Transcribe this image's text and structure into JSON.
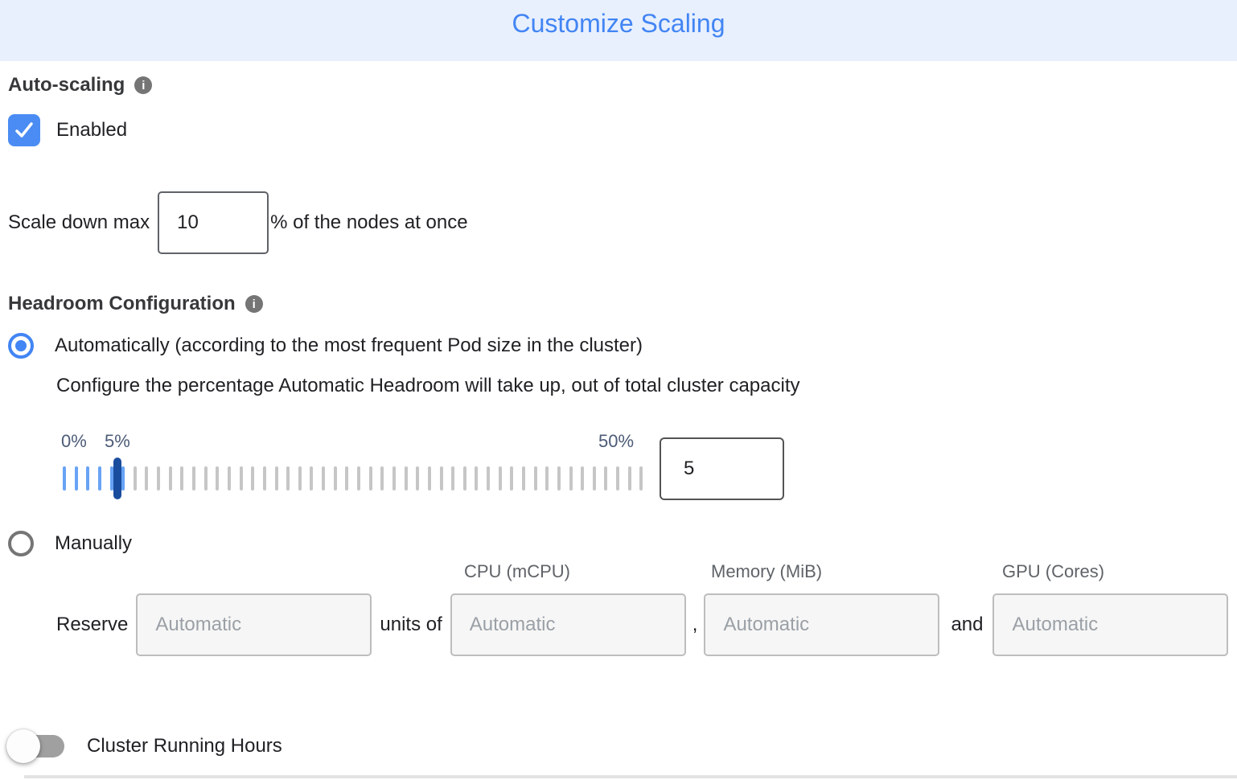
{
  "header": {
    "title": "Customize Scaling"
  },
  "auto_scaling": {
    "label": "Auto-scaling",
    "enabled_label": "Enabled",
    "checked": true
  },
  "scale_down": {
    "prefix": "Scale down max",
    "value": "10",
    "suffix": "% of the nodes at once"
  },
  "headroom": {
    "label": "Headroom Configuration",
    "automatic_option": {
      "label": "Automatically (according to the most frequent Pod size in the cluster)",
      "selected": true
    },
    "description": "Configure the percentage Automatic Headroom will take up, out of total cluster capacity",
    "slider": {
      "min_label": "0%",
      "current_label": "5%",
      "max_label": "50%",
      "value": "5",
      "min": 0,
      "max": 50,
      "tick_count": 50,
      "blue_through_index": 5,
      "handle_percent": 9.4
    },
    "manual_option": {
      "label": "Manually",
      "selected": false
    }
  },
  "reserve": {
    "label": "Reserve",
    "units_of_label": "units of",
    "separator_comma": ",",
    "separator_and": "and",
    "column_headers": [
      "CPU (mCPU)",
      "Memory (MiB)",
      "GPU (Cores)"
    ],
    "units_placeholder": "Automatic",
    "cpu_placeholder": "Automatic",
    "memory_placeholder": "Automatic",
    "gpu_placeholder": "Automatic"
  },
  "cluster_running_hours": {
    "label": "Cluster Running Hours",
    "enabled": false
  },
  "icons": {
    "info_glyph": "i"
  },
  "colors": {
    "header_bg": "#e8f0fe",
    "title_blue": "#4285f4",
    "accent_blue": "#4285f4",
    "checkbox_blue": "#4a8cf3",
    "slider_handle_blue": "#1b4d9e",
    "slider_tick_blue": "#68a3f5",
    "slider_tick_gray": "#c6c6c6",
    "tick_label_color": "#4c5b77",
    "muted_text": "#5f6368"
  }
}
